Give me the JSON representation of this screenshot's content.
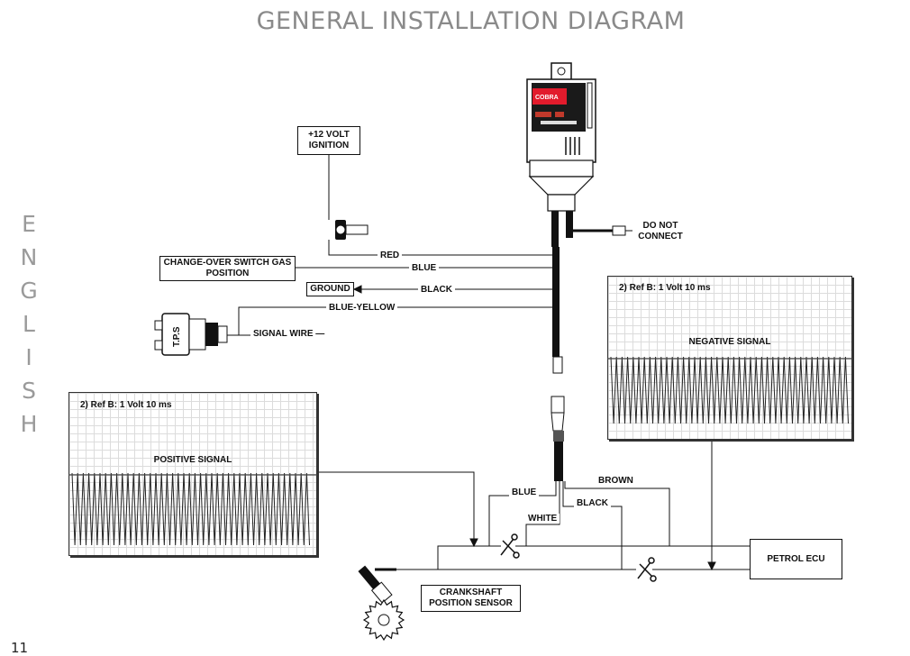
{
  "title": "GENERAL INSTALLATION DIAGRAM",
  "side_letters": [
    "E",
    "N",
    "G",
    "L",
    "I",
    "S",
    "H"
  ],
  "page_number": "11",
  "module": {
    "brand": "COBRA"
  },
  "boxes": {
    "ignition": "+12 VOLT IGNITION",
    "changeover": "CHANGE-OVER SWITCH GAS POSITION",
    "ground": "GROUND",
    "petrol_ecu": "PETROL ECU",
    "crankshaft": "CRANKSHAFT POSITION SENSOR"
  },
  "labels": {
    "do_not_connect": "DO NOT CONNECT",
    "red": "RED",
    "blue": "BLUE",
    "black": "BLACK",
    "blue_yellow": "BLUE-YELLOW",
    "signal_wire": "SIGNAL WIRE —",
    "tps": "T.P.S",
    "brown": "BROWN",
    "blue_bottom": "BLUE",
    "black_bottom": "BLACK",
    "white": "WHITE"
  },
  "panels": {
    "positive": {
      "ref": "2) Ref B:  1 Volt 10 ms",
      "signal": "POSITIVE SIGNAL"
    },
    "negative": {
      "ref": "2) Ref B:  1 Volt 10 ms",
      "signal": "NEGATIVE SIGNAL"
    }
  }
}
